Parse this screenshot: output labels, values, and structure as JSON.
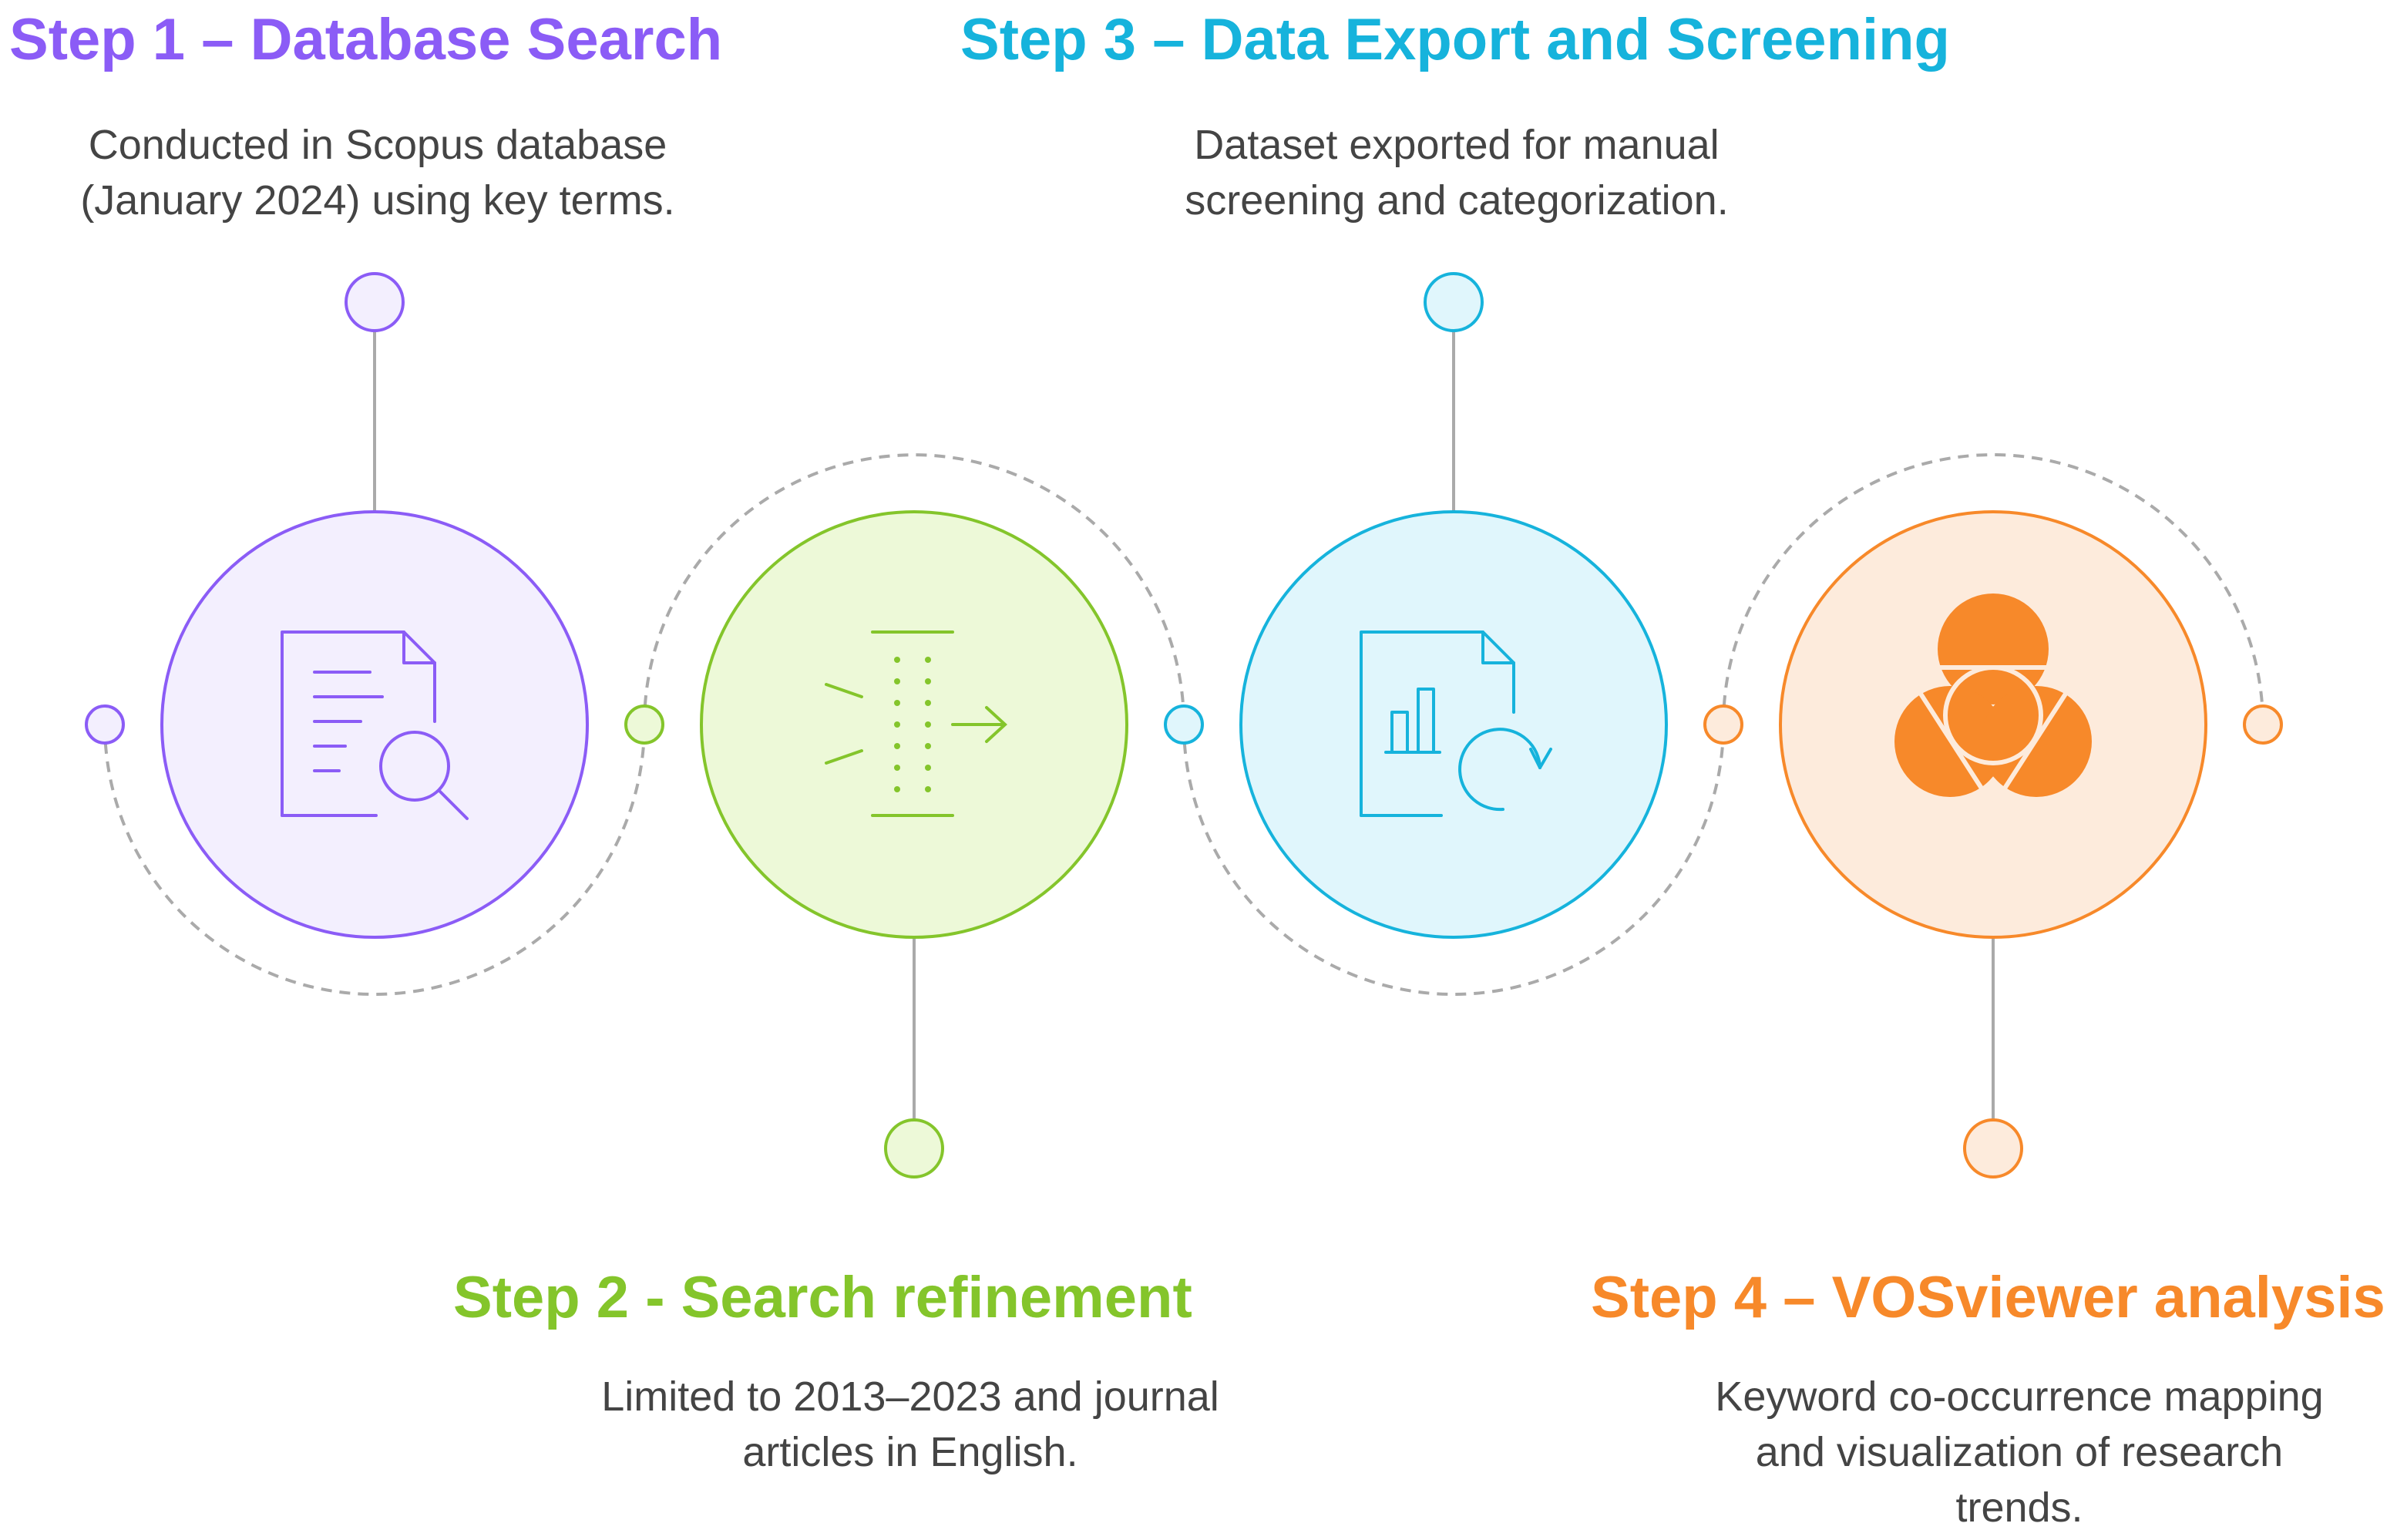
{
  "colors": {
    "purple": "#8b5cf6",
    "purple_fill": "#f3effe",
    "green": "#84c52b",
    "green_fill": "#edf9d8",
    "cyan": "#16b3dc",
    "cyan_fill": "#e0f6fc",
    "orange": "#f7892a",
    "orange_fill": "#fdebdc",
    "connector": "#aaaaaa"
  },
  "steps": [
    {
      "title": "Step 1 – Database Search",
      "description": "Conducted in Scopus database (January 2024) using key terms.",
      "icon": "document-search-icon"
    },
    {
      "title": "Step 2 - Search refinement",
      "description": "Limited to 2013–2023 and journal articles in English.",
      "icon": "filter-funnel-icon"
    },
    {
      "title": "Step 3 – Data Export and Screening",
      "description": "Dataset exported for manual screening and categorization.",
      "icon": "document-chart-refresh-icon"
    },
    {
      "title": "Step 4 – VOSviewer analysis",
      "description": "Keyword co-occurrence mapping and visualization of research trends.",
      "icon": "venn-network-icon"
    }
  ]
}
